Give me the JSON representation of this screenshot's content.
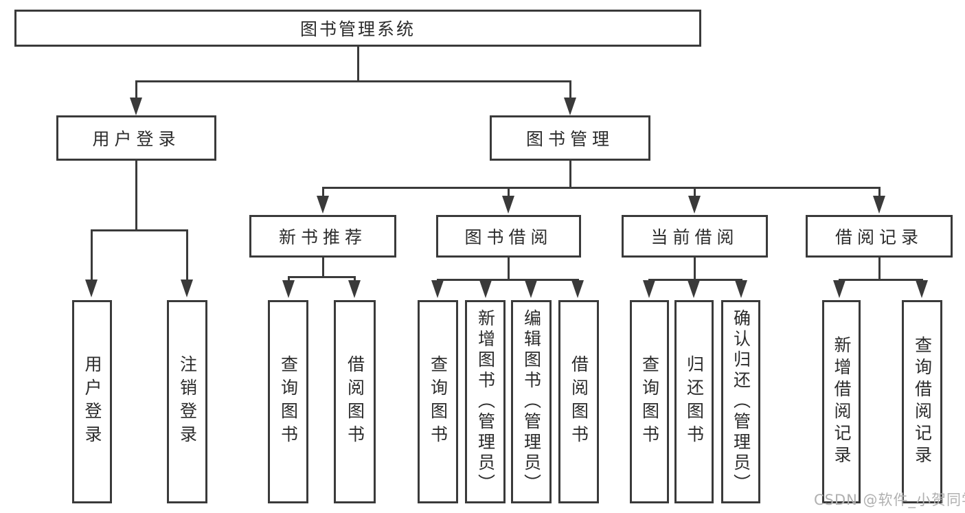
{
  "tree": {
    "id": "system",
    "label": "图书管理系统",
    "children": [
      {
        "id": "user-login",
        "label": "用户登录",
        "children": [
          {
            "id": "user-login-action",
            "label": "用户登录"
          },
          {
            "id": "logout",
            "label": "注销登录"
          }
        ]
      },
      {
        "id": "book-mgmt",
        "label": "图书管理",
        "children": [
          {
            "id": "new-book-rec",
            "label": "新书推荐",
            "children": [
              {
                "id": "nbr-query-books",
                "label": "查询图书"
              },
              {
                "id": "nbr-borrow-books",
                "label": "借阅图书"
              }
            ]
          },
          {
            "id": "book-borrow",
            "label": "图书借阅",
            "children": [
              {
                "id": "bb-query-books",
                "label": "查询图书"
              },
              {
                "id": "bb-add-books",
                "label": "新增图书（管理员）"
              },
              {
                "id": "bb-edit-books",
                "label": "编辑图书（管理员）"
              },
              {
                "id": "bb-borrow-books",
                "label": "借阅图书"
              }
            ]
          },
          {
            "id": "current-borrow",
            "label": "当前借阅",
            "children": [
              {
                "id": "cb-query-books",
                "label": "查询图书"
              },
              {
                "id": "cb-return-books",
                "label": "归还图书"
              },
              {
                "id": "cb-confirm-return",
                "label": "确认归还（管理员）"
              }
            ]
          },
          {
            "id": "borrow-records",
            "label": "借阅记录",
            "children": [
              {
                "id": "br-add-record",
                "label": "新增借阅记录"
              },
              {
                "id": "br-query-record",
                "label": "查询借阅记录"
              }
            ]
          }
        ]
      }
    ]
  },
  "watermark": "CSDN @软件_小贺同学",
  "colors": {
    "line": "#3a3a3a",
    "text": "#2b2b2b",
    "watermark": "#b0b0b0",
    "background": "#ffffff"
  }
}
